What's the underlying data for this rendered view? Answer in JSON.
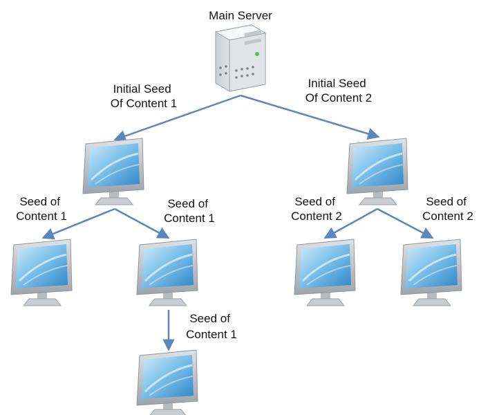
{
  "title": "Main Server",
  "colors": {
    "arrow": "#5a86bd",
    "screen_light": "#b9def4",
    "screen_dark": "#3d93cf",
    "bezel": "#aeb3b8",
    "server_body": "#e7e9ec"
  },
  "labels": {
    "seed_content_1_main": [
      "Initial Seed",
      "Of Content 1"
    ],
    "seed_content_2_main": [
      "Initial Seed",
      "Of Content 2"
    ],
    "seed_left_a": [
      "Seed of",
      "Content 1"
    ],
    "seed_left_b": [
      "Seed of",
      "Content 1"
    ],
    "seed_right_a": [
      "Seed of",
      "Content 2"
    ],
    "seed_right_b": [
      "Seed of",
      "Content 2"
    ],
    "seed_chain": [
      "Seed of",
      "Content 1"
    ]
  },
  "icons": {
    "server": "server-icon",
    "computer": "computer-monitor-icon"
  }
}
